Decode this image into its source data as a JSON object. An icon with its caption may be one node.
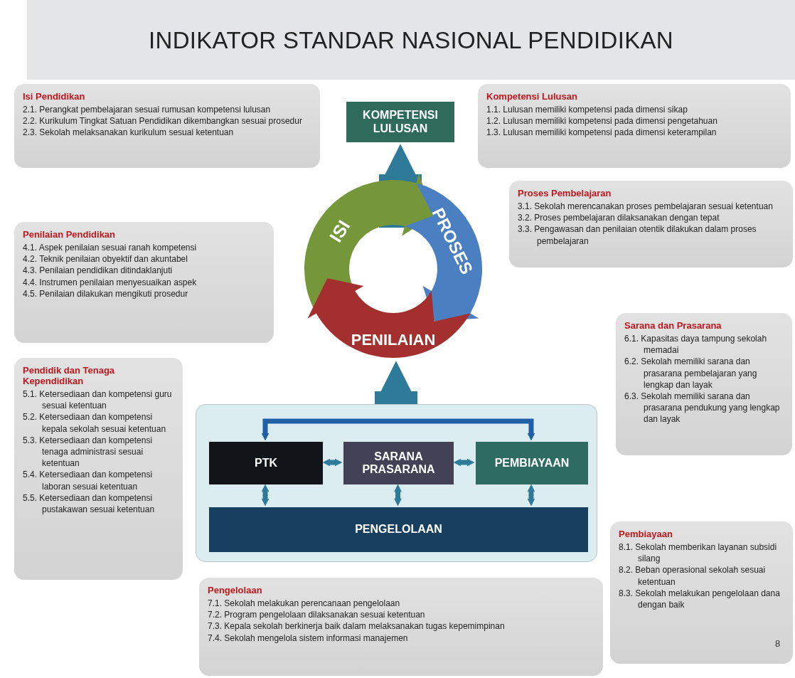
{
  "diagram": {
    "title": "INDIKATOR STANDAR NASIONAL PENDIDIKAN",
    "nodes": [
      {
        "text": [
          "Isi Pendidikan",
          "2.1. Perangkat pembelajaran sesuai rumusan kompetensi lulusan",
          "2.2. Kurikulum Tingkat Satuan Pendidikan dikembangkan sesuai prosedur",
          "2.3. Sekolah melaksanakan kurikulum sesuai ketentuan"
        ]
      },
      {
        "text": [
          "KOMPETENSI LULUSAN"
        ]
      },
      {
        "text": [
          "Kompetensi Lulusan",
          "1.1. Lulusan memiliki kompetensi pada dimensi sikap",
          "1.2. Lulusan memiliki kompetensi pada dimensi pengetahuan",
          "1.3. Lulusan memiliki kompetensi pada dimensi keterampilan"
        ]
      },
      {
        "text": [
          "Proses Pembelajaran",
          "3.1. Sekolah merencanakan proses pembelajaran sesuai ketentuan",
          "3.2. Proses pembelajaran dilaksanakan dengan tepat",
          "3.3. Pengawasan dan penilaian otentik dilakukan dalam proses pembelajaran"
        ]
      },
      {
        "text": [
          "Penilaian Pendidikan",
          "4.1. Aspek penilaian sesuai ranah kompetensi",
          "4.2. Teknik penilaian obyektif dan akuntabel",
          "4.3. Penilaian pendidikan ditindaklanjuti",
          "4.4. Instrumen penilaian menyesuaikan aspek",
          "4.5. Penilaian dilakukan mengikuti prosedur"
        ]
      },
      {
        "text": [
          "ISI"
        ]
      },
      {
        "text": [
          "PROSES"
        ]
      },
      {
        "text": [
          "PENILAIAN"
        ]
      },
      {
        "text": [
          "Sarana dan Prasarana",
          "6.1. Kapasitas daya tampung sekolah memadai",
          "6.2. Sekolah memiliki sarana dan prasarana pembelajaran yang lengkap dan layak",
          "6.3. Sekolah memiliki sarana dan prasarana pendukung yang lengkap dan layak"
        ]
      },
      {
        "text": [
          "Pendidik dan Tenaga Kependidikan",
          "5.1. Ketersediaan dan kompetensi guru sesuai ketentuan",
          "5.2. Ketersediaan dan kompetensi kepala sekolah sesuai ketentuan",
          "5.3. Ketersediaan dan kompetensi tenaga administrasi sesuai ketentuan",
          "5.4. Ketersediaan dan kompetensi laboran sesuai ketentuan",
          "5.5. Ketersediaan dan kompetensi pustakawan sesuai ketentuan"
        ]
      },
      {
        "text": [],
        "shape": "box"
      },
      {
        "text": [
          "PTK"
        ],
        "in": 10
      },
      {
        "text": [
          "SARANA PRASARANA"
        ],
        "in": 10
      },
      {
        "text": [
          "PEMBIAYAAN"
        ],
        "in": 10
      },
      {
        "text": [
          "PENGELOLAAN"
        ],
        "in": 10
      },
      {
        "text": [
          "Pembiayaan",
          "8.1. Sekolah memberikan layanan subsidi silang",
          "8.2. Beban operasional sekolah sesuai ketentuan",
          "8.3. Sekolah melakukan pengelolaan dana dengan baik"
        ]
      },
      {
        "text": [
          "Pengelolaan",
          "7.1. Sekolah melakukan perencanaan pengelolaan",
          "7.2. Program pengelolaan dilaksanakan sesuai ketentuan",
          "7.3. Kepala sekolah berkinerja baik dalam melaksanakan tugas kepemimpinan",
          "7.4. Sekolah mengelola sistem informasi manajemen"
        ]
      }
    ],
    "edges": [
      {
        "from": 5,
        "to": 1,
        "arrow": "to",
        "style": "thick"
      },
      {
        "from": 10,
        "to": 7,
        "arrow": "to",
        "style": "thick"
      },
      {
        "from": 11,
        "to": 13,
        "arrow": "both",
        "color": "#1f5fa8"
      },
      {
        "from": 11,
        "to": 12,
        "arrow": "both"
      },
      {
        "from": 12,
        "to": 13,
        "arrow": "both"
      },
      {
        "from": 11,
        "to": 14,
        "arrow": "both"
      },
      {
        "from": 12,
        "to": 14,
        "arrow": "both"
      },
      {
        "from": 13,
        "to": 14,
        "arrow": "both"
      }
    ],
    "labels": [
      "8"
    ]
  }
}
